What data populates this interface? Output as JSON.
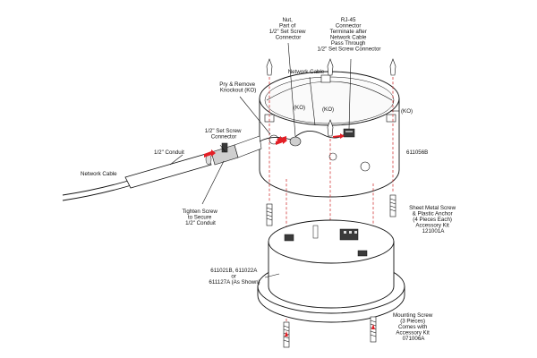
{
  "diagram": {
    "callouts": {
      "rj45": [
        "RJ-45",
        "Connector",
        "Terminate after",
        "Network Cable",
        "Pass Through",
        "1/2\" Set Screw Connector"
      ],
      "nut": [
        "Nut,",
        "Part of",
        "1/2\" Set Screw",
        "Connector"
      ],
      "network_cable_top": [
        "Network Cable"
      ],
      "pry": [
        "Pry & Remove",
        "Knockout (KO)"
      ],
      "ko_left": [
        "(KO)"
      ],
      "ko_center": [
        "(KO)"
      ],
      "ko_right": [
        "(KO)"
      ],
      "set_screw": [
        "1/2\" Set Screw",
        "Connector"
      ],
      "conduit": [
        "1/2\" Conduit"
      ],
      "network_cable_left": [
        "Network Cable"
      ],
      "part_611056b": [
        "611056B"
      ],
      "tighten": [
        "Tighten Screw",
        "to Secure",
        "1/2\" Conduit"
      ],
      "sheet_metal": [
        "Sheet Metal Screw",
        "& Plastic Anchor",
        "(4 Pieces Each)",
        "Accessory Kit",
        "121001A"
      ],
      "part_611021b": [
        "611021B, 611022A",
        "or",
        "611127A (As Shown)"
      ],
      "mounting": [
        "Mounting Screw",
        "(3 Pieces)",
        "Comes with",
        "Accessory Kit",
        "071006A"
      ]
    }
  }
}
